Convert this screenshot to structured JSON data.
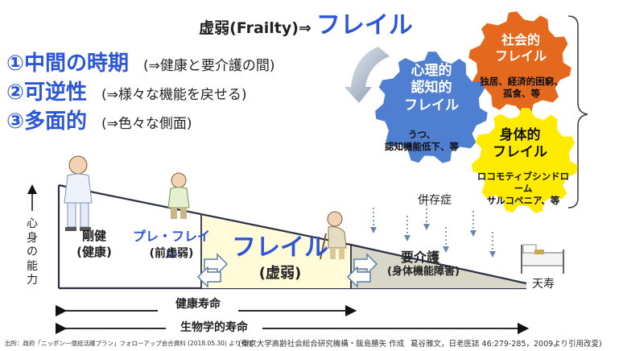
{
  "title": {
    "prefix": "虚弱(Frailty)⇒",
    "main": "フレイル"
  },
  "points": [
    {
      "label": "①中間の時期",
      "note": "(⇒健康と要介護の間)"
    },
    {
      "label": "②可逆性",
      "note": "(⇒様々な機能を戻せる)"
    },
    {
      "label": "③多面的",
      "note": "(⇒色々な側面)"
    }
  ],
  "gears": {
    "psych": {
      "label": "心理的\n認知的\nフレイル",
      "sub": "うつ、\n認知機能低下、等",
      "color": "#4e7fd0"
    },
    "social": {
      "label": "社会的\nフレイル",
      "sub": "独居、経済的困窮、\n孤食、等",
      "color": "#e4691f"
    },
    "physical": {
      "label": "身体的\nフレイル",
      "sub": "ロコモティブシンドローム\nサルコペニア、等",
      "color": "#ffeb00"
    }
  },
  "stages": {
    "robust": "剛健\n(健康)",
    "prefrail": "プレ・フレイル",
    "prefrail_sub": "(前虚弱)",
    "frail": "フレイル",
    "frail_sub": "(虚弱)",
    "care": "要介護",
    "care_sub": "(身体機能障害)",
    "end": "天寿",
    "comorbidity": "併存症"
  },
  "y_axis_label": "心身\nの\n能力",
  "lifespans": {
    "healthy": "健康寿命",
    "biological": "生物学的寿命"
  },
  "sources": {
    "left": "出所：政府「ニッポン一億総活躍プラン」フォローアップ会合資料 (2018.05.30) より引用",
    "middle": "(東京大学高齢社会総合研究機構・飯島勝矢 作成",
    "right": "葛谷雅文，日老医誌 46:279-285，2009より引用改変)"
  },
  "colors": {
    "accent": "#2b56d6",
    "frail_fill": "#fffbd8",
    "care_fill": "#d9d7c8"
  }
}
